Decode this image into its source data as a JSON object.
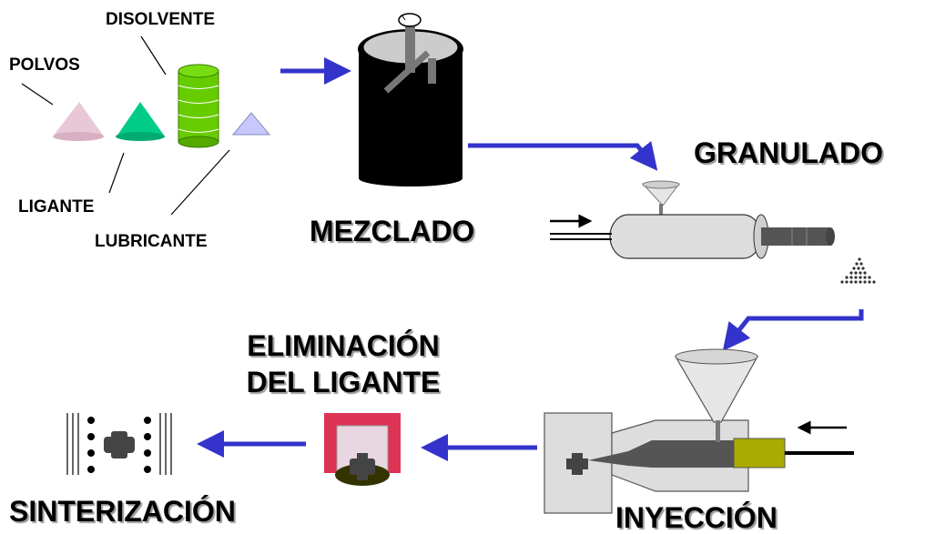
{
  "ingredients": {
    "polvos": "POLVOS",
    "disolvente": "DISOLVENTE",
    "ligante": "LIGANTE",
    "lubricante": "LUBRICANTE"
  },
  "stages": {
    "mezclado": "MEZCLADO",
    "granulado": "GRANULADO",
    "eliminacion_line1": "ELIMINACIÓN",
    "eliminacion_line2": "DEL LIGANTE",
    "sinterizacion": "SINTERIZACIÓN",
    "inyeccion": "INYECCIÓN"
  },
  "colors": {
    "flow_arrow": "#3333cc",
    "polvos_cone": "#e8c8d6",
    "ligante_cone": "#00cc88",
    "disolvente_drum": "#66cc00",
    "lubricante_cone": "#c8c8ff",
    "mixer_body": "#000000",
    "extruder_body": "#dddddd",
    "mold_frame": "#dd3355",
    "injection_piston": "#aaaa00",
    "part": "#444444"
  }
}
